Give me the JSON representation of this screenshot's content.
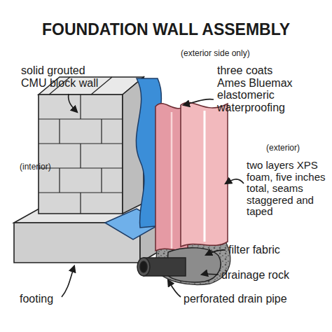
{
  "diagram": {
    "title": "FOUNDATION WALL ASSEMBLY",
    "labels": [
      "(exterior side only)",
      "solid grouted CMU block wall",
      "three coats Ames Bluemax elastomeric waterproofing",
      "(exterior)",
      "(interior)",
      "two layers XPS foam, five inches total, seams staggered and taped",
      "filter fabric",
      "drainage rock",
      "footing",
      "perforated drain pipe"
    ]
  }
}
